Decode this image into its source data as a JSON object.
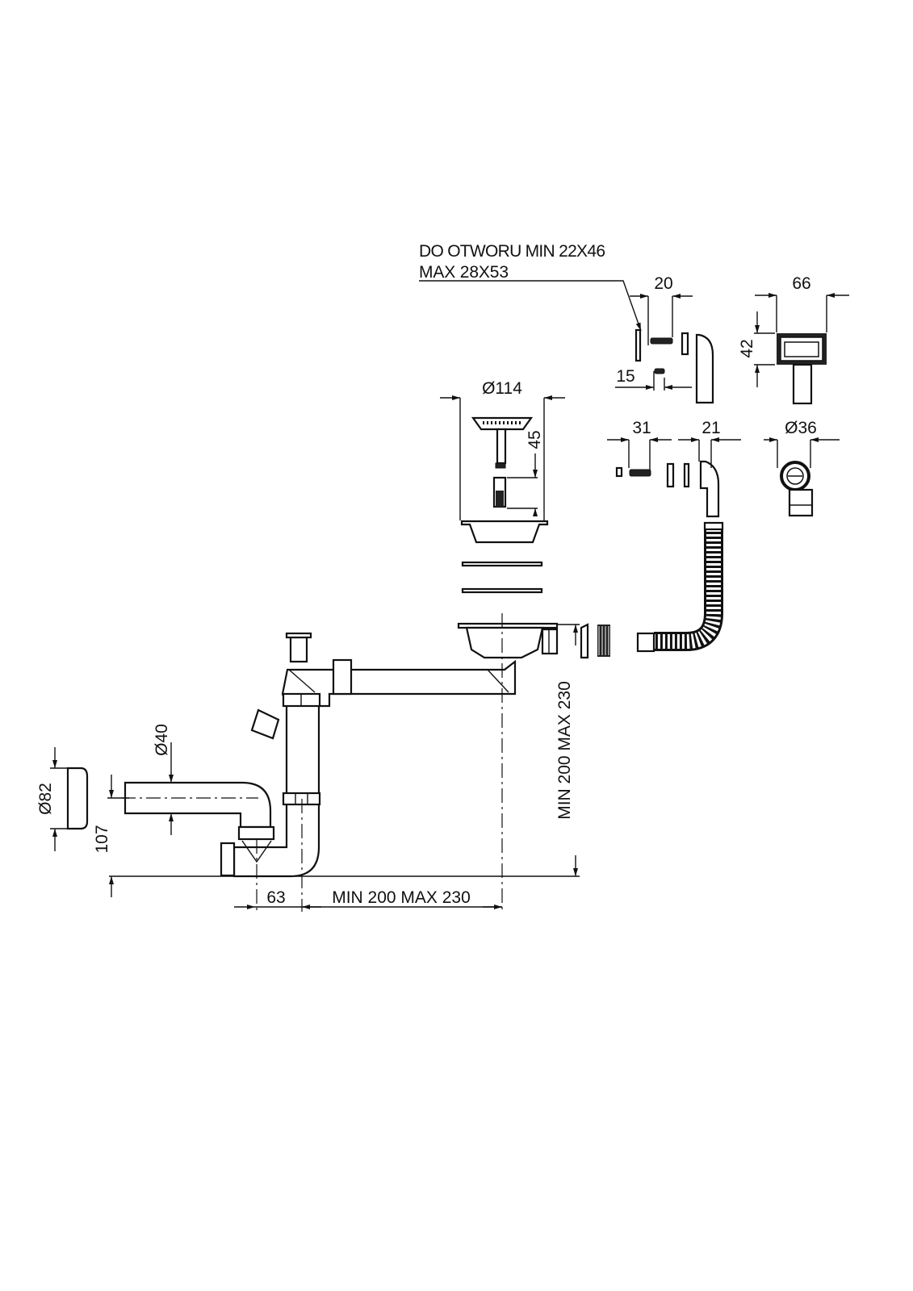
{
  "note": {
    "line1": "DO OTWORU MIN 22X46",
    "line2": "MAX 28X53"
  },
  "dimensions": {
    "d20": "20",
    "d66": "66",
    "d42": "42",
    "d15": "15",
    "d114": "Ø114",
    "d45": "45",
    "d31": "31",
    "d21": "21",
    "d36": "Ø36",
    "d40": "Ø40",
    "d82": "Ø82",
    "d107": "107",
    "d63": "63",
    "horizontal_range": "MIN 200 MAX 230",
    "vertical_range": "MIN 200 MAX 230"
  },
  "colors": {
    "line": "#111111",
    "background": "#ffffff"
  }
}
